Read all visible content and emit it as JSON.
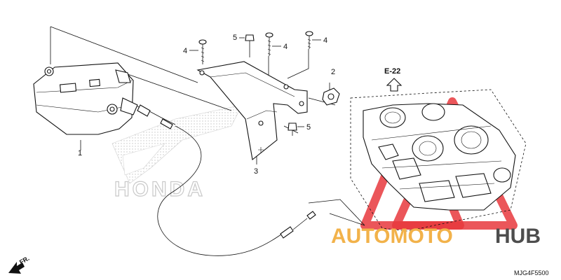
{
  "diagram": {
    "callouts": [
      {
        "id": "c1",
        "label": "1"
      },
      {
        "id": "c2",
        "label": "2"
      },
      {
        "id": "c3",
        "label": "3"
      },
      {
        "id": "c4a",
        "label": "4"
      },
      {
        "id": "c4b",
        "label": "4"
      },
      {
        "id": "c4c",
        "label": "4"
      },
      {
        "id": "c5a",
        "label": "5"
      },
      {
        "id": "c5b",
        "label": "5"
      }
    ],
    "reference_label": "E-22",
    "direction_label": "FR.",
    "diagram_code": "MJG4F5500",
    "background_logo_text": "HONDA",
    "watermark": {
      "part1": "AUTOMOTO",
      "part2": "HUB"
    },
    "colors": {
      "watermark_red": "#e8383d",
      "watermark_orange": "#f2b24a",
      "watermark_gray": "#4d4d4d",
      "line": "#111111"
    }
  }
}
